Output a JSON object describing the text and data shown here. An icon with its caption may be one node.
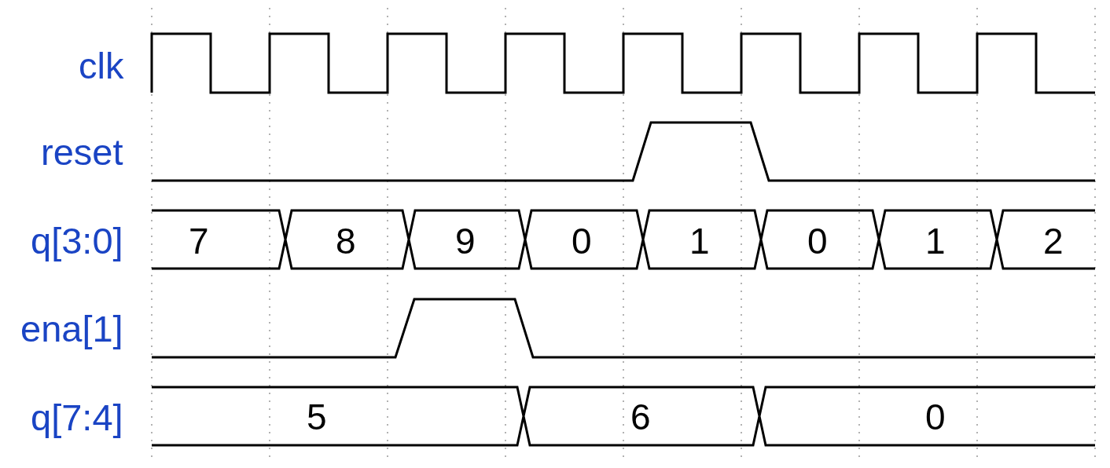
{
  "diagram": {
    "labels": [
      "clk",
      "reset",
      "q[3:0]",
      "7",
      "8",
      "9",
      "0",
      "1",
      "0",
      "1",
      "2",
      "ena[1]",
      "q[7:4]",
      "5",
      "6",
      "0"
    ]
  }
}
